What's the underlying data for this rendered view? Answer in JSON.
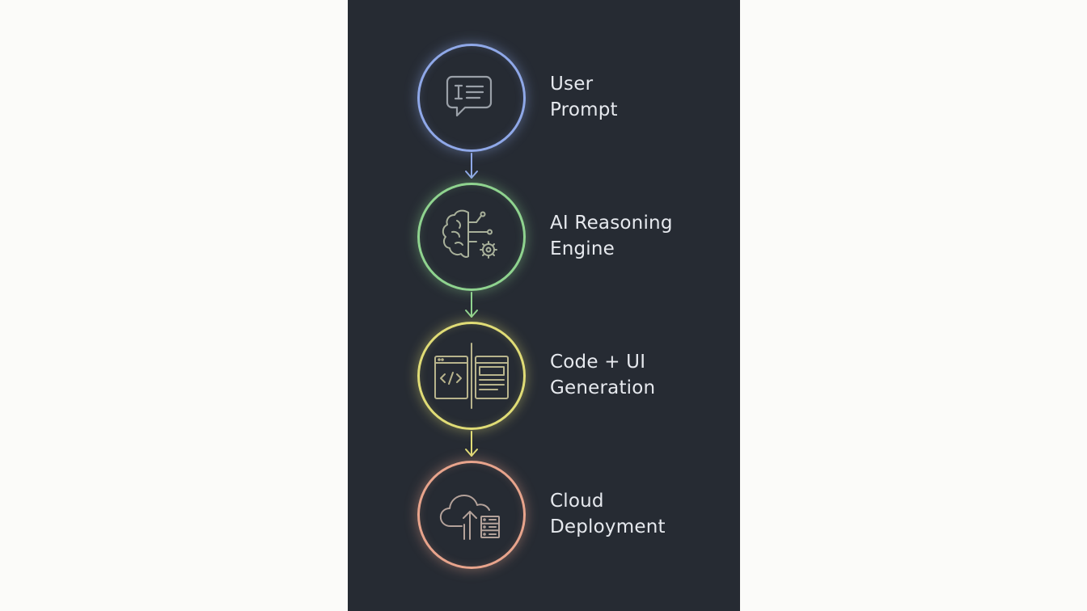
{
  "steps": [
    {
      "line1": "User",
      "line2": "Prompt",
      "icon": "chat-bubble-icon",
      "color": "#8fa8e8"
    },
    {
      "line1": "AI Reasoning",
      "line2": "Engine",
      "icon": "brain-gear-icon",
      "color": "#8fd38f"
    },
    {
      "line1": "Code + UI",
      "line2": "Generation",
      "icon": "code-window-icon",
      "color": "#e0dc76"
    },
    {
      "line1": "Cloud",
      "line2": "Deployment",
      "icon": "cloud-server-icon",
      "color": "#e8a48c"
    }
  ]
}
